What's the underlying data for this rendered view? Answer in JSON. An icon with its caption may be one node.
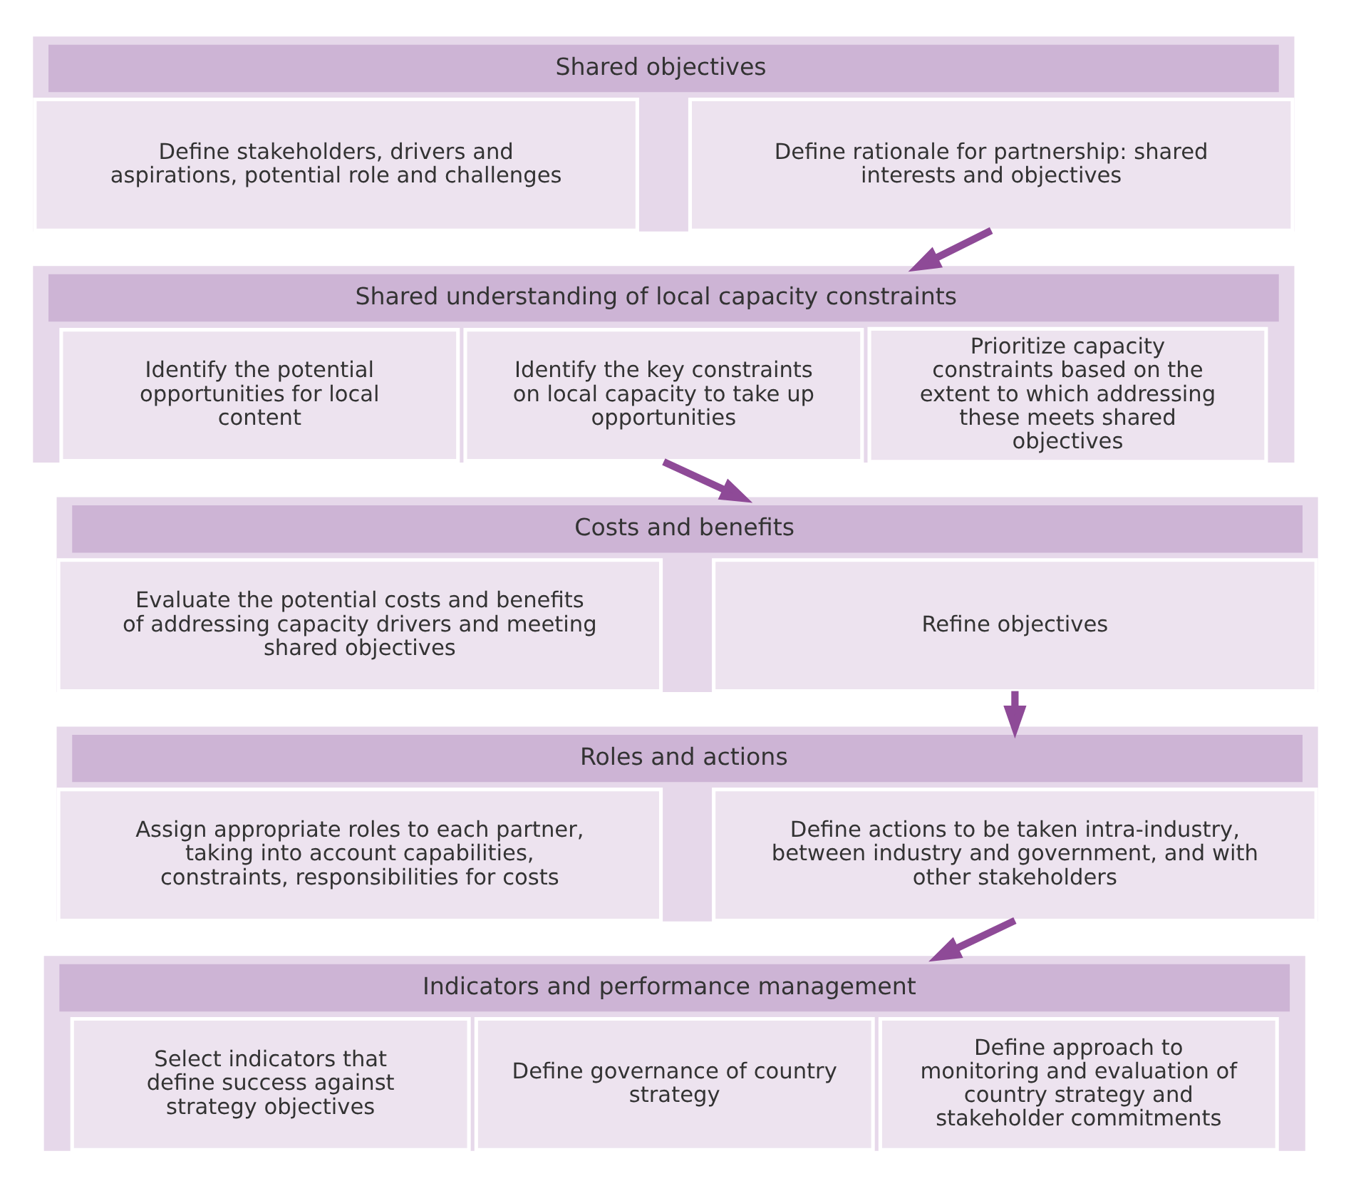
{
  "diagram": {
    "nodes": [
      {
        "text": [
          "Shared objectives"
        ]
      },
      {
        "text": [
          "Define stakeholders, drivers and aspirations, potential role and challenges"
        ],
        "in": 0
      },
      {
        "text": [
          "Define rationale for partnership: shared interests and objectives"
        ],
        "in": 0
      },
      {
        "text": [
          "Shared understanding of local capacity constraints"
        ]
      },
      {
        "text": [
          "Identify the potential opportunities for local content"
        ],
        "in": 3
      },
      {
        "text": [
          "Identify the key constraints on local capacity to take up opportunities"
        ],
        "in": 3
      },
      {
        "text": [
          "Prioritize capacity constraints based on the extent to which addressing these meets shared objectives"
        ],
        "in": 3
      },
      {
        "text": [
          "Costs and benefits"
        ]
      },
      {
        "text": [
          "Evaluate the potential costs and benefits of addressing capacity drivers and meeting shared objectives"
        ],
        "in": 7
      },
      {
        "text": [
          "Refine objectives"
        ],
        "in": 7
      },
      {
        "text": [
          "Roles and actions"
        ]
      },
      {
        "text": [
          "Assign appropriate roles to each partner, taking into account capabilities, constraints, responsibilities for costs"
        ],
        "in": 10
      },
      {
        "text": [
          "Define actions to be taken intra-industry, between industry and government, and with other stakeholders"
        ],
        "in": 10
      },
      {
        "text": [
          "Indicators and performance management"
        ]
      },
      {
        "text": [
          "Select indicators that define success against strategy objectives"
        ],
        "in": 13
      },
      {
        "text": [
          "Define governance of country strategy"
        ],
        "in": 13
      },
      {
        "text": [
          "Define approach to monitoring and evaluation of country strategy and stakeholder commitments"
        ],
        "in": 13
      }
    ],
    "edges": [
      {
        "from": 0,
        "to": 3,
        "arrow": "to"
      },
      {
        "from": 3,
        "to": 7,
        "arrow": "to"
      },
      {
        "from": 7,
        "to": 10,
        "arrow": "to"
      },
      {
        "from": 10,
        "to": 13,
        "arrow": "to"
      }
    ]
  }
}
